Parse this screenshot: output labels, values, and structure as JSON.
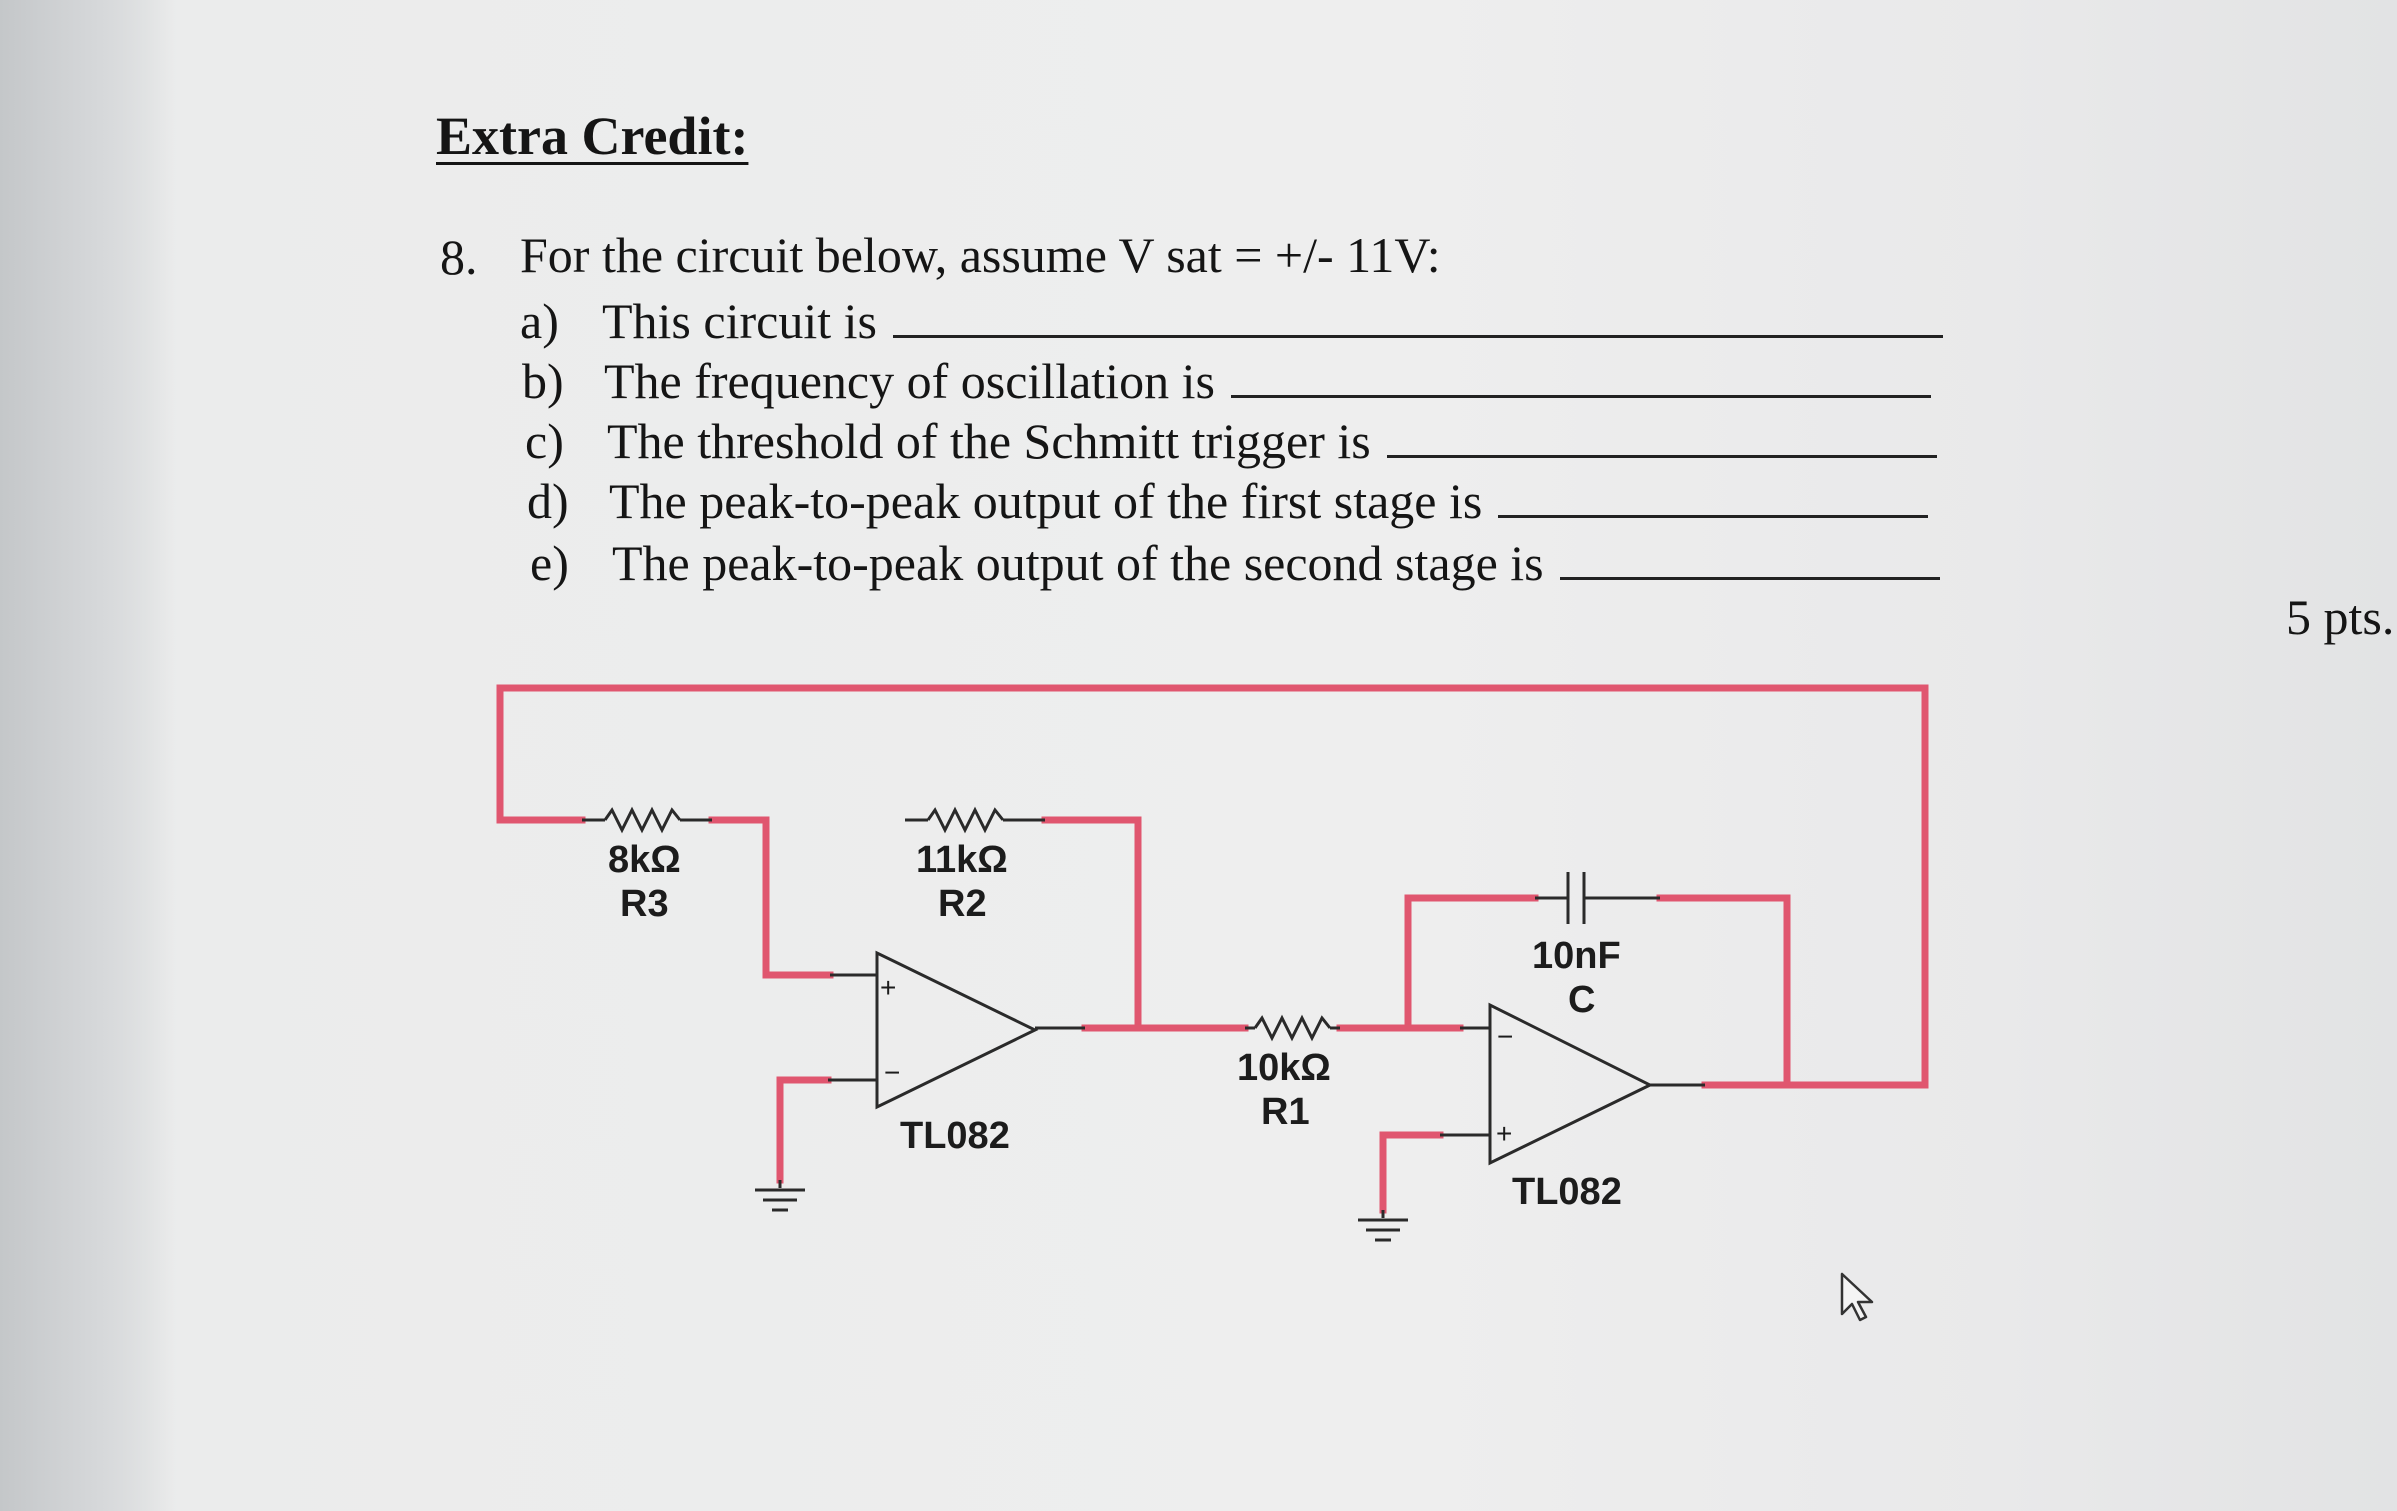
{
  "document": {
    "title": "Extra Credit:",
    "question": {
      "number": "8.",
      "text": "For the circuit below, assume V sat = +/- 11V:",
      "parts": [
        {
          "letter": "a)",
          "text": "This circuit is"
        },
        {
          "letter": "b)",
          "text": "The frequency of oscillation is"
        },
        {
          "letter": "c)",
          "text": "The threshold of the Schmitt trigger is"
        },
        {
          "letter": "d)",
          "text": "The peak-to-peak output of the first stage is"
        },
        {
          "letter": "e)",
          "text": "The peak-to-peak output of the second stage is"
        }
      ],
      "points": "5 pts."
    }
  },
  "circuit": {
    "wire_color": "#e0566f",
    "components": {
      "r3": {
        "value": "8kΩ",
        "ref": "R3"
      },
      "r2": {
        "value": "11kΩ",
        "ref": "R2"
      },
      "r1": {
        "value": "10kΩ",
        "ref": "R1"
      },
      "c": {
        "value": "10nF",
        "ref": "C"
      },
      "opamp1": {
        "ref": "TL082",
        "plus": "+",
        "minus": "−"
      },
      "opamp2": {
        "ref": "TL082",
        "plus": "+",
        "minus": "−"
      }
    }
  }
}
